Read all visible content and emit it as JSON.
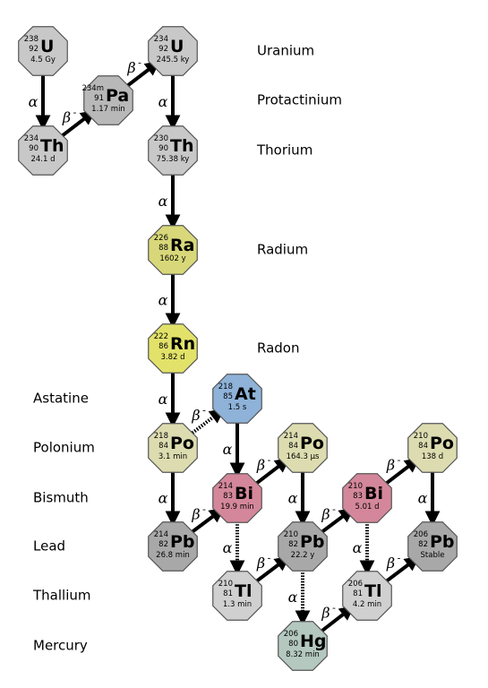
{
  "element_labels": [
    {
      "id": "uranium",
      "text": "Uranium"
    },
    {
      "id": "protactinium",
      "text": "Protactinium"
    },
    {
      "id": "thorium",
      "text": "Thorium"
    },
    {
      "id": "radium",
      "text": "Radium"
    },
    {
      "id": "radon",
      "text": "Radon"
    },
    {
      "id": "astatine",
      "text": "Astatine"
    },
    {
      "id": "polonium",
      "text": "Polonium"
    },
    {
      "id": "bismuth",
      "text": "Bismuth"
    },
    {
      "id": "lead",
      "text": "Lead"
    },
    {
      "id": "thallium",
      "text": "Thallium"
    },
    {
      "id": "mercury",
      "text": "Mercury"
    }
  ],
  "nuclides": [
    {
      "id": "u238",
      "mass": "238",
      "z": "92",
      "symbol": "U",
      "half_life": "4.5 Gy",
      "color": "#c8c8c8"
    },
    {
      "id": "th234",
      "mass": "234",
      "z": "90",
      "symbol": "Th",
      "half_life": "24.1 d",
      "color": "#c8c8c8"
    },
    {
      "id": "pa234m",
      "mass": "234m",
      "z": "91",
      "symbol": "Pa",
      "half_life": "1.17 min",
      "color": "#b8b8b8"
    },
    {
      "id": "u234",
      "mass": "234",
      "z": "92",
      "symbol": "U",
      "half_life": "245.5 ky",
      "color": "#c8c8c8"
    },
    {
      "id": "th230",
      "mass": "230",
      "z": "90",
      "symbol": "Th",
      "half_life": "75.38 ky",
      "color": "#c8c8c8"
    },
    {
      "id": "ra226",
      "mass": "226",
      "z": "88",
      "symbol": "Ra",
      "half_life": "1602 y",
      "color": "#d8d87a"
    },
    {
      "id": "rn222",
      "mass": "222",
      "z": "86",
      "symbol": "Rn",
      "half_life": "3.82 d",
      "color": "#e2e26a"
    },
    {
      "id": "at218",
      "mass": "218",
      "z": "85",
      "symbol": "At",
      "half_life": "1.5 s",
      "color": "#8eb2d8"
    },
    {
      "id": "po218",
      "mass": "218",
      "z": "84",
      "symbol": "Po",
      "half_life": "3.1 min",
      "color": "#dcdcb0"
    },
    {
      "id": "po214",
      "mass": "214",
      "z": "84",
      "symbol": "Po",
      "half_life": "164.3 µs",
      "color": "#dcdcb0"
    },
    {
      "id": "po210",
      "mass": "210",
      "z": "84",
      "symbol": "Po",
      "half_life": "138 d",
      "color": "#dcdcb0"
    },
    {
      "id": "bi214",
      "mass": "214",
      "z": "83",
      "symbol": "Bi",
      "half_life": "19.9 min",
      "color": "#d4879a"
    },
    {
      "id": "bi210",
      "mass": "210",
      "z": "83",
      "symbol": "Bi",
      "half_life": "5.01 d",
      "color": "#d4879a"
    },
    {
      "id": "pb214",
      "mass": "214",
      "z": "82",
      "symbol": "Pb",
      "half_life": "26.8 min",
      "color": "#a8a8a8"
    },
    {
      "id": "pb210",
      "mass": "210",
      "z": "82",
      "symbol": "Pb",
      "half_life": "22.2 y",
      "color": "#a8a8a8"
    },
    {
      "id": "pb206",
      "mass": "206",
      "z": "82",
      "symbol": "Pb",
      "half_life": "Stable",
      "color": "#a8a8a8"
    },
    {
      "id": "tl210",
      "mass": "210",
      "z": "81",
      "symbol": "Tl",
      "half_life": "1.3 min",
      "color": "#d0d0d0"
    },
    {
      "id": "tl206",
      "mass": "206",
      "z": "81",
      "symbol": "Tl",
      "half_life": "4.2 min",
      "color": "#d0d0d0"
    },
    {
      "id": "hg206",
      "mass": "206",
      "z": "80",
      "symbol": "Hg",
      "half_life": "8.32 min",
      "color": "#b4c8c0"
    }
  ],
  "decays": [
    {
      "from": "u238",
      "to": "th234",
      "mode": "α",
      "style": "solid"
    },
    {
      "from": "th234",
      "to": "pa234m",
      "mode": "β",
      "style": "solid"
    },
    {
      "from": "pa234m",
      "to": "u234",
      "mode": "β",
      "style": "solid"
    },
    {
      "from": "u234",
      "to": "th230",
      "mode": "α",
      "style": "solid"
    },
    {
      "from": "th230",
      "to": "ra226",
      "mode": "α",
      "style": "solid"
    },
    {
      "from": "ra226",
      "to": "rn222",
      "mode": "α",
      "style": "solid"
    },
    {
      "from": "rn222",
      "to": "po218",
      "mode": "α",
      "style": "solid"
    },
    {
      "from": "po218",
      "to": "at218",
      "mode": "β",
      "style": "dotted"
    },
    {
      "from": "at218",
      "to": "bi214",
      "mode": "α",
      "style": "solid"
    },
    {
      "from": "po218",
      "to": "pb214",
      "mode": "α",
      "style": "solid"
    },
    {
      "from": "pb214",
      "to": "bi214",
      "mode": "β",
      "style": "solid"
    },
    {
      "from": "bi214",
      "to": "po214",
      "mode": "β",
      "style": "solid"
    },
    {
      "from": "bi214",
      "to": "tl210",
      "mode": "α",
      "style": "dotted"
    },
    {
      "from": "po214",
      "to": "pb210",
      "mode": "α",
      "style": "solid"
    },
    {
      "from": "tl210",
      "to": "pb210",
      "mode": "β",
      "style": "solid"
    },
    {
      "from": "pb210",
      "to": "bi210",
      "mode": "β",
      "style": "solid"
    },
    {
      "from": "pb210",
      "to": "hg206",
      "mode": "α",
      "style": "dotted"
    },
    {
      "from": "bi210",
      "to": "po210",
      "mode": "β",
      "style": "solid"
    },
    {
      "from": "bi210",
      "to": "tl206",
      "mode": "α",
      "style": "dotted"
    },
    {
      "from": "po210",
      "to": "pb206",
      "mode": "α",
      "style": "solid"
    },
    {
      "from": "hg206",
      "to": "tl206",
      "mode": "β",
      "style": "solid"
    },
    {
      "from": "tl206",
      "to": "pb206",
      "mode": "β",
      "style": "solid"
    }
  ],
  "beta_superscript": "-"
}
